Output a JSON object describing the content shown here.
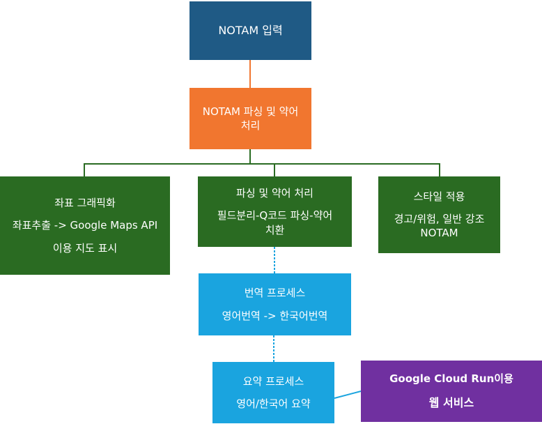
{
  "nodes": {
    "input": {
      "lines": [
        "NOTAM 입력"
      ]
    },
    "parse": {
      "lines": [
        "NOTAM 파싱 및 약어",
        "처리"
      ]
    },
    "coord": {
      "lines": [
        "좌표 그래픽화",
        "좌표추출 -> Google Maps API",
        "이용 지도 표시"
      ]
    },
    "parse2": {
      "lines": [
        "파싱 및 약어 처리",
        "필드분리-Q코드 파싱-약어",
        "치환"
      ]
    },
    "style": {
      "lines": [
        "스타일 적용",
        "경고/위험, 일반 강조",
        "NOTAM"
      ]
    },
    "trans": {
      "lines": [
        "번역 프로세스",
        "영어번역 -> 한국어번역"
      ]
    },
    "summary": {
      "lines": [
        "요약 프로세스",
        "영어/한국어 요약"
      ]
    },
    "cloud": {
      "lines": [
        "Google Cloud Run이용",
        "웹 서비스"
      ]
    }
  },
  "colors": {
    "input": "#1f5a85",
    "parse": "#f1762f",
    "green": "#2a6b22",
    "blue": "#1aa4df",
    "purple": "#7030a0",
    "connector_orange": "#f1762f",
    "connector_green": "#2a6b22",
    "connector_blue": "#1aa4df"
  }
}
